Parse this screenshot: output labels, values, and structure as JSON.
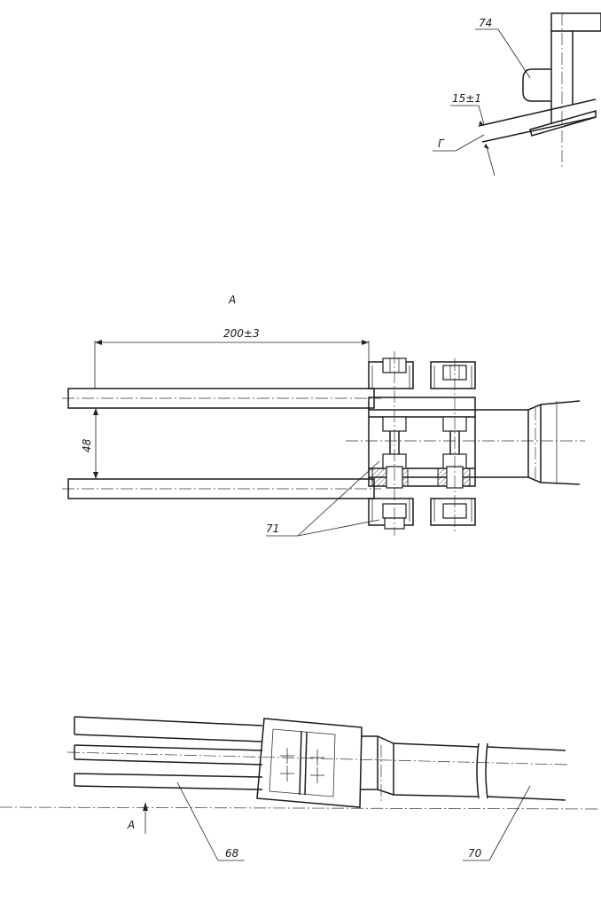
{
  "drawing": {
    "view_label": "А",
    "section_label": "Г",
    "dimensions": {
      "d1": "15±1",
      "d2": "200±3",
      "d3": "48"
    },
    "callouts": {
      "c74": "74",
      "c71": "71",
      "c68": "68",
      "c70": "70"
    },
    "view_arrow_label": "А"
  }
}
